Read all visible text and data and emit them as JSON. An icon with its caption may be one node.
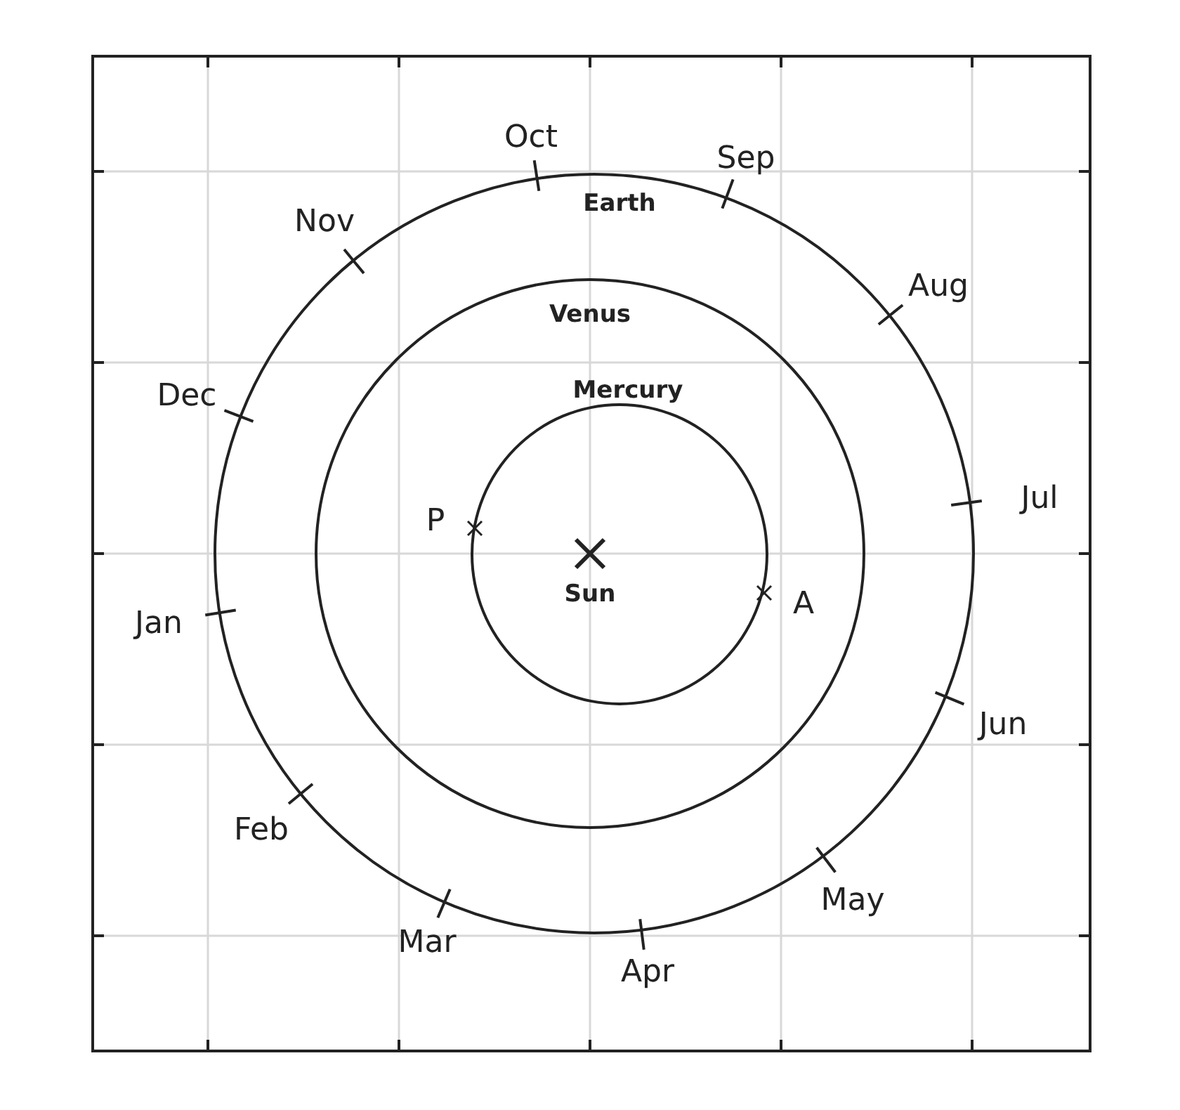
{
  "diagram": {
    "nodes": [
      {
        "text": [
          "Earth"
        ]
      },
      {
        "text": [
          "Venus"
        ],
        "in": 0
      },
      {
        "text": [
          "Mercury"
        ],
        "in": 1,
        "beside": [
          "P",
          "A"
        ]
      }
    ],
    "labels": [
      "Oct",
      "Sep",
      "Nov",
      "Aug",
      "Dec",
      "Jul",
      "Sun",
      "Jan",
      "Jun",
      "Feb",
      "May",
      "Mar",
      "Apr"
    ]
  }
}
